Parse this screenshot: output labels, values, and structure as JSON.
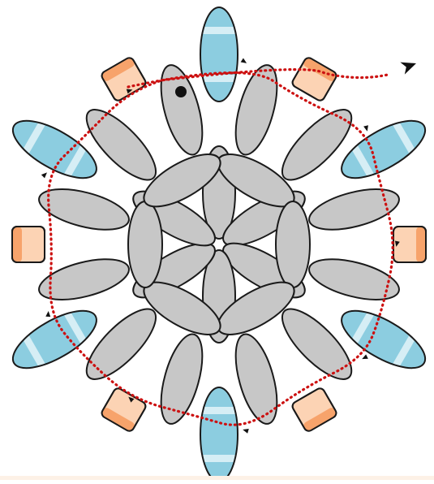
{
  "diagram": {
    "type": "beadwork-thread-path",
    "colors": {
      "background": "#ffffff",
      "outline": "#1a1a1a",
      "grey_bead": "#c7c7c7",
      "blue_bead": "#8ccde0",
      "blue_bead_stripe": "#d6eef5",
      "orange_bead": "#f7a36b",
      "orange_bead_light": "#fcd3b4",
      "thread": "#cc1111",
      "start_dot": "#111111",
      "end_arrow": "#111111",
      "bottom_strip": "#fdf1e6"
    },
    "bead_groups": [
      {
        "name": "inner-ring",
        "color": "grey",
        "count": 6
      },
      {
        "name": "middle-ring",
        "color": "grey",
        "count": 6
      },
      {
        "name": "outer-ring",
        "color": "grey",
        "count": 12
      },
      {
        "name": "spikes",
        "color": "blue",
        "count": 6
      },
      {
        "name": "cylinders",
        "color": "orange",
        "count": 6
      }
    ],
    "thread": {
      "style": "dotted",
      "has_start_dot": true,
      "has_end_arrow": true,
      "direction": "clockwise"
    }
  }
}
